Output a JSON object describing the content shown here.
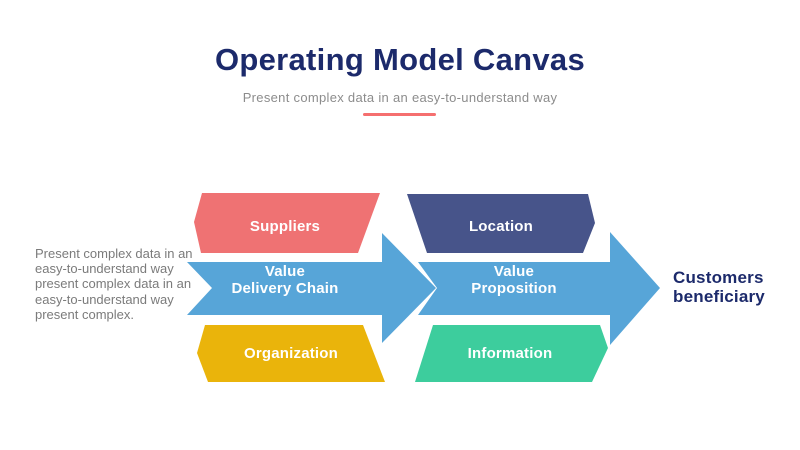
{
  "slide": {
    "title": "Operating Model Canvas",
    "subtitle": "Present complex data in an easy-to-understand way",
    "description": "Present complex data in an easy-to-understand way present complex data in an easy-to-understand way present complex."
  },
  "diagram": {
    "boxes": [
      {
        "id": "suppliers",
        "label": "Suppliers",
        "color": "#EF7273"
      },
      {
        "id": "location",
        "label": "Location",
        "color": "#47548A"
      },
      {
        "id": "organization",
        "label": "Organization",
        "color": "#EAB40B"
      },
      {
        "id": "information",
        "label": "Information",
        "color": "#3DCD9D"
      }
    ],
    "arrows": [
      {
        "label_line1": "Value",
        "label_line2": "Delivery Chain",
        "color": "#57A5D8"
      },
      {
        "label_line1": "Value",
        "label_line2": "Proposition",
        "color": "#57A5D8"
      }
    ],
    "outcome": {
      "line1": "Customers",
      "line2": "beneficiary"
    }
  },
  "colors": {
    "title_navy": "#1C2A6B",
    "subtitle_gray": "#8C8C8C",
    "body_gray": "#7B7B7B",
    "divider_red": "#F56F6F",
    "label_white": "#FFFFFF",
    "background": "#FFFFFF"
  }
}
